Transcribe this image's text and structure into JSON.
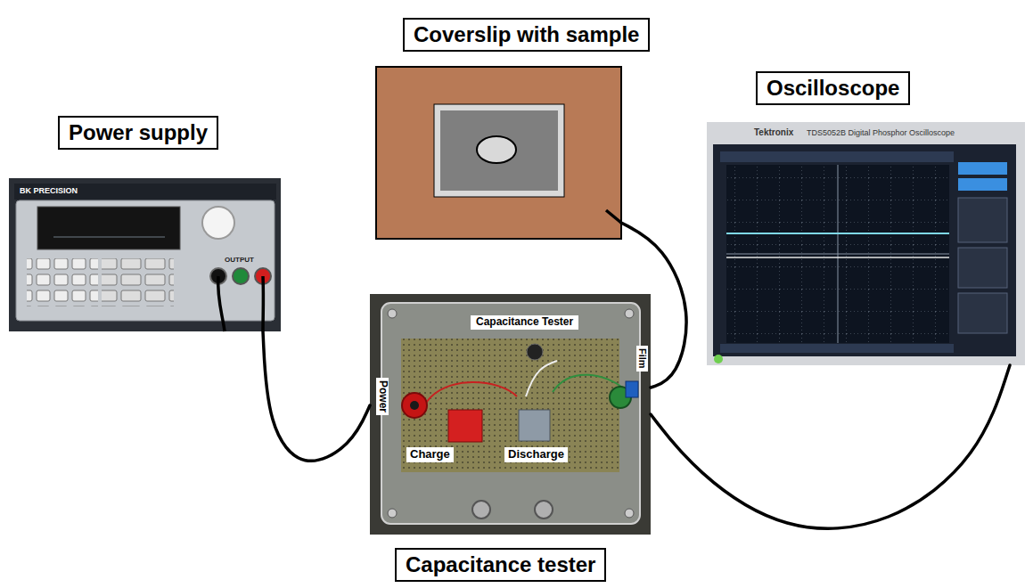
{
  "diagram": {
    "nodes": [
      {
        "text": [
          "Coverslip with sample"
        ]
      },
      {
        "text": [
          "Oscilloscope"
        ]
      },
      {
        "text": [
          "Power supply"
        ]
      },
      {
        "text": [
          "Capacitance tester"
        ]
      }
    ],
    "edges": [
      {
        "from": 2,
        "to": 3,
        "arrow": "none"
      },
      {
        "from": 0,
        "to": 3,
        "arrow": "none"
      },
      {
        "from": 3,
        "to": 1,
        "arrow": "none"
      }
    ],
    "labels": [
      "BK PRECISION",
      "OUTPUT",
      "Tektronix",
      "TDS5052B Digital Phosphor Oscilloscope",
      "Capacitance Tester",
      "Power",
      "Charge",
      "Discharge",
      "Film"
    ]
  }
}
